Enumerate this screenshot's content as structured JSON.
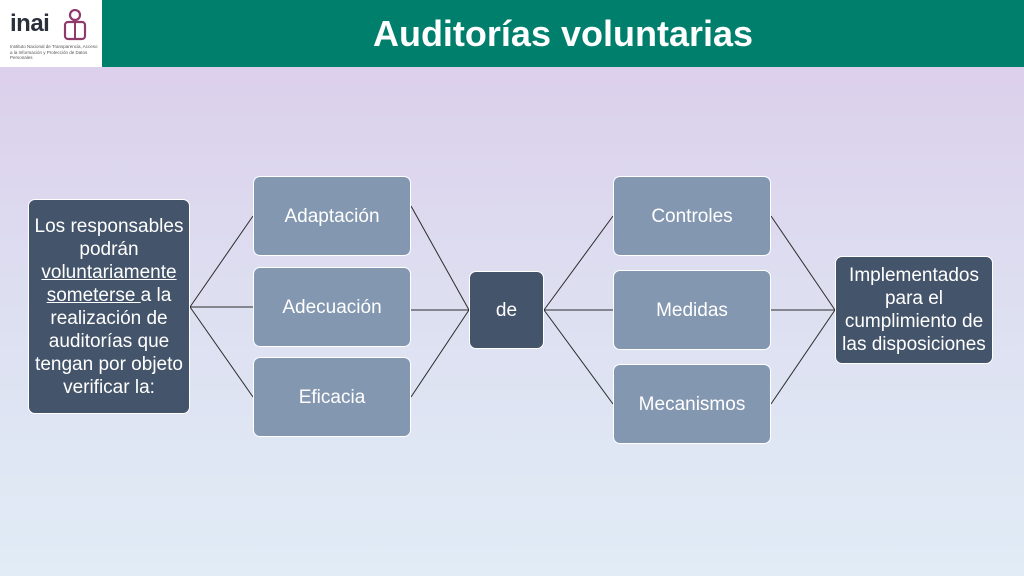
{
  "header": {
    "title": "Auditorías voluntarias",
    "logo_text": "inai",
    "logo_subtitle": "Instituto Nacional de Transparencia, Acceso a la Información y Protección de Datos Personales"
  },
  "diagram": {
    "source": {
      "text_before": "Los responsables podrán ",
      "underlined": "voluntariamente someterse ",
      "text_after": "a la realización de auditorías que tengan por objeto verificar la:"
    },
    "first_level": [
      "Adaptación",
      "Adecuación",
      "Eficacia"
    ],
    "connector": "de",
    "second_level": [
      "Controles",
      "Medidas",
      "Mecanismos"
    ],
    "target": "Implementados para el cumplimiento de las disposiciones"
  },
  "colors": {
    "header": "#007f6d",
    "dark_node": "#44546a",
    "mid_node": "#8497b0"
  }
}
